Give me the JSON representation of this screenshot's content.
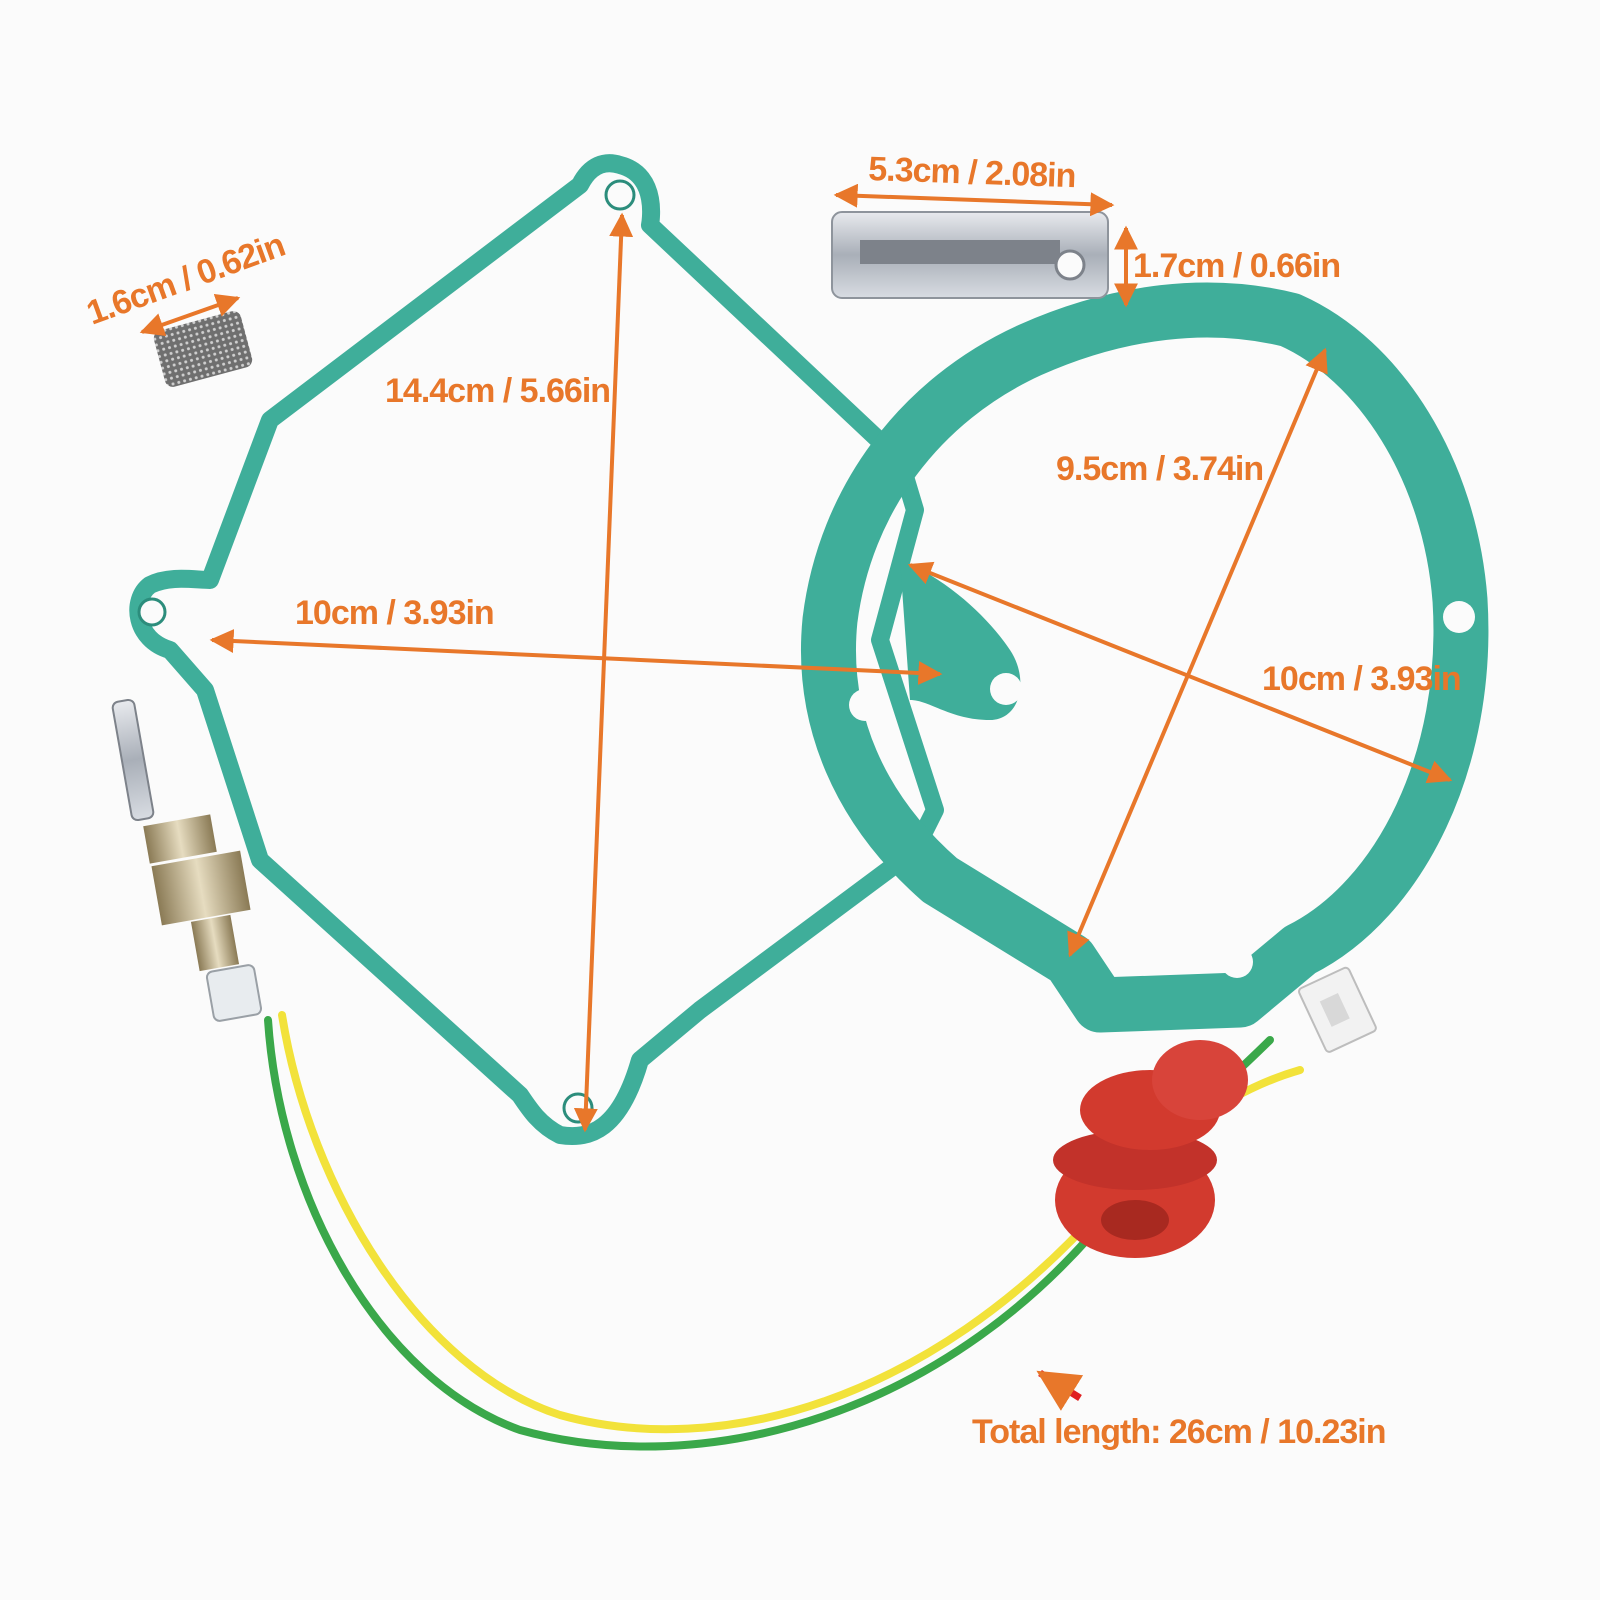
{
  "colors": {
    "background": "#fbfbfb",
    "gasket": "#3fae9a",
    "gasket_dark": "#2c8d7c",
    "dimension": "#e8772a",
    "grommet": "#d23a2e",
    "wire_green": "#3aa84a",
    "wire_yellow": "#f2e23a",
    "pointer_arrow": "#e02020"
  },
  "dimensions": {
    "filter_screen": "1.6cm / 0.62in",
    "pin": "5.3cm / 2.08in",
    "pin_diameter": "1.7cm / 0.66in",
    "large_gasket_height": "14.4cm / 5.66in",
    "large_gasket_width": "10cm / 3.93in",
    "small_gasket_inner": "9.5cm / 3.74in",
    "small_gasket_outer": "10cm / 3.93in",
    "wire_length": "Total length: 26cm / 10.23in"
  },
  "parts": {
    "filter_icon": "mesh-filter-icon",
    "pin_icon": "metal-pin-icon",
    "glow_plug_icon": "glow-plug-icon",
    "grommet_icon": "rubber-grommet-icon",
    "connector_icon": "connector-plug-icon"
  }
}
